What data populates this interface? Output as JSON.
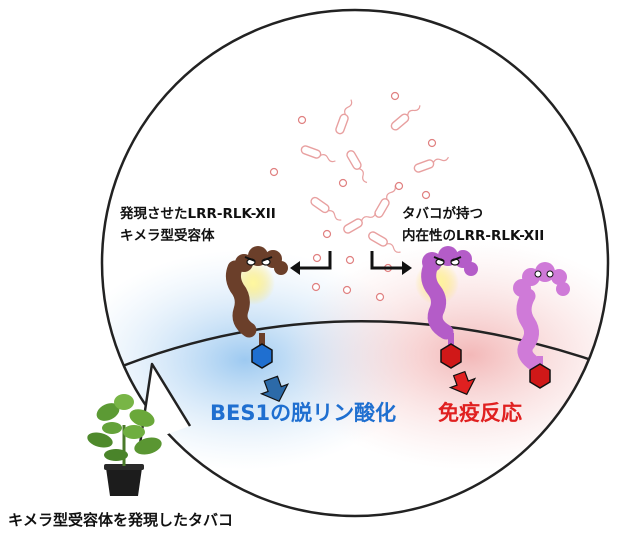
{
  "labels": {
    "expressed_receptor_line1": "発現させたLRR-RLK-XII",
    "expressed_receptor_line2": "キメラ型受容体",
    "endogenous_receptor_line1": "タバコが持つ",
    "endogenous_receptor_line2": "内在性のLRR-RLK-XII",
    "outcome_blue": "BES1の脱リン酸化",
    "outcome_red": "免疫反応",
    "caption": "キメラ型受容体を発現したタバコ"
  },
  "colors": {
    "chimera_receptor": "#6b3f2a",
    "endogenous_receptor": "#b45cc8",
    "native_receptor": "#cf7ad8",
    "blue_kinase": "#1f6fd0",
    "red_kinase": "#d01818",
    "blue_text": "#1f6fd0",
    "red_text": "#e02020",
    "bacteria": "#e8a0a0"
  },
  "icons": {
    "bacteria": "rod-bacterium-icon",
    "ligand": "small-circle-icon",
    "kinase": "hexagon-icon",
    "arrow": "down-arrow-icon",
    "plant": "potted-tobacco-plant-icon"
  }
}
